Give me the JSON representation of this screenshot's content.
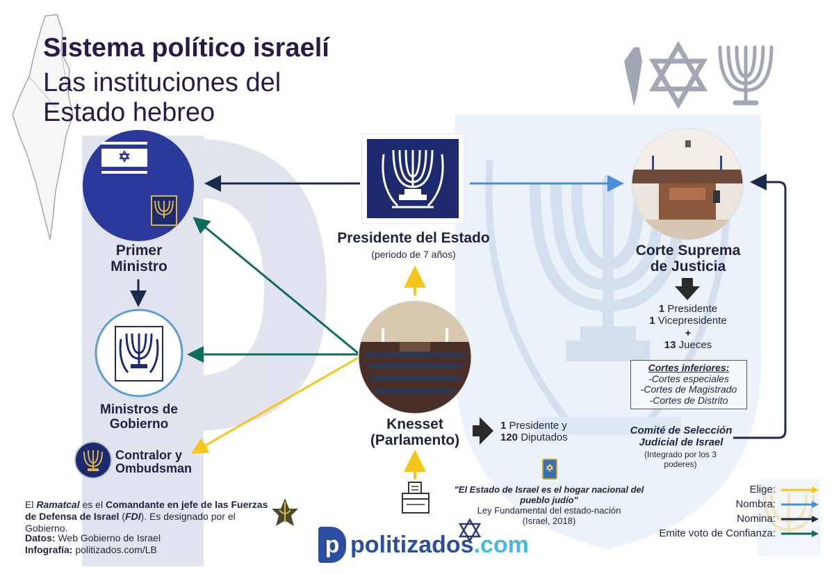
{
  "title": {
    "line1": "Sistema político israelí",
    "line2": "Las instituciones del Estado hebreo"
  },
  "nodes": {
    "prime_minister": "Primer Ministro",
    "ministers": "Ministros de Gobierno",
    "controller": "Contralor y Ombudsman",
    "president": "Presidente del Estado",
    "president_note": "(periodo de 7 años)",
    "knesset_line1": "Knesset",
    "knesset_line2": "(Parlamento)",
    "supreme_court_line1": "Corte Suprema",
    "supreme_court_line2": "de Justicia",
    "committee_line1": "Comité de Selección",
    "committee_line2": "Judicial de Israel",
    "committee_note": "(Integrado por los 3 poderes)"
  },
  "knesset_composition": {
    "presidents_num": "1",
    "presidents_label": "Presidente y",
    "deputies_num": "120",
    "deputies_label": "Diputados"
  },
  "court_composition": {
    "president_num": "1",
    "president_label": "Presidente",
    "vice_num": "1",
    "vice_label": "Vicepresidente",
    "plus": "+",
    "judges_num": "13",
    "judges_label": "Jueces"
  },
  "lower_courts": {
    "title": "Cortes inferiores:",
    "items": [
      "-Cortes especiales",
      "-Cortes de Magistrado",
      "-Cortes de Distrito"
    ]
  },
  "quote": {
    "text": "\"El Estado de Israel es el hogar nacional del pueblo judío\"",
    "source": "Ley Fundamental del estado-nación",
    "year": "(Israel, 2018)"
  },
  "legend": [
    {
      "label": "Elige:",
      "color": "#f5c518"
    },
    {
      "label": "Nombra:",
      "color": "#4a90d9"
    },
    {
      "label": "Nomina:",
      "color": "#1b2a4a"
    },
    {
      "label": "Emite voto de Confianza:",
      "color": "#0f6b5a"
    }
  ],
  "footer": {
    "p1_a": "El ",
    "p1_b": "Ramatcal",
    "p1_c": " es el ",
    "p1_d": "Comandante en jefe de las Fuerzas de Defensa de Israel",
    "p1_e": " (",
    "p1_f": "FDI",
    "p1_g": "). Es designado por el Gobierno.",
    "data_label": "Datos:",
    "data_value": " Web Gobierno de Israel",
    "info_label": "Infografía:",
    "info_value": " politizados.com/LB"
  },
  "brand": {
    "name": "politizados",
    "tld": ".com",
    "letter": "p"
  },
  "colors": {
    "navy": "#1b2a4a",
    "blue": "#4a90d9",
    "yellow": "#f5c518",
    "green": "#0f6b5a",
    "flag_blue": "#0038b8",
    "emblem_navy": "#1e2a6e"
  },
  "icons": [
    "israel-map-icon",
    "star-of-david-icon",
    "menorah-icon",
    "ballot-box-icon",
    "book-icon",
    "idf-badge-icon"
  ]
}
